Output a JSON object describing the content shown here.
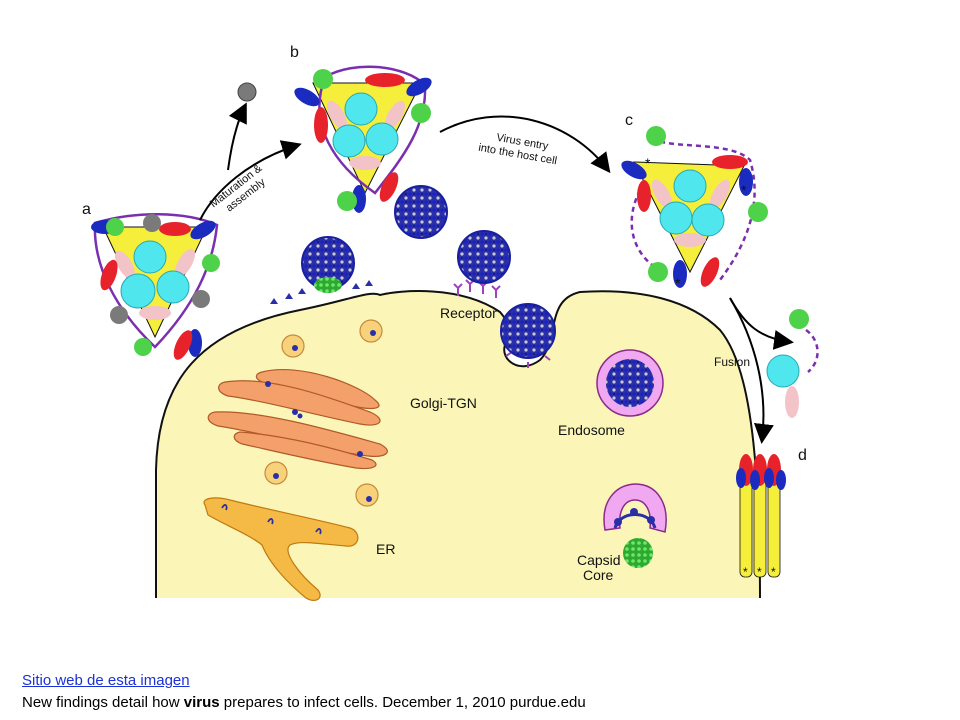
{
  "panels": {
    "a": "a",
    "b": "b",
    "c": "c",
    "d": "d"
  },
  "arrows": {
    "maturation_line1": "Maturation &",
    "maturation_line2": "assembly",
    "entry_line1": "Virus entry",
    "entry_line2": "into the host cell",
    "fusion": "Fusion"
  },
  "cell_labels": {
    "receptor": "Receptor",
    "golgi": "Golgi-TGN",
    "endosome": "Endosome",
    "er": "ER",
    "capsid_line1": "Capsid",
    "capsid_line2": "Core"
  },
  "star_marker": "*",
  "footer": {
    "link_text": "Sitio web de esta imagen",
    "caption_before": "New findings detail how ",
    "caption_bold": "virus",
    "caption_after": " prepares to infect cells.  December 1, 2010   purdue.edu"
  },
  "colors": {
    "cell_fill": "#fbf6b8",
    "spike_yellow": "#f5ee3a",
    "spike_red": "#e8222a",
    "spike_blue": "#1b2bbf",
    "spike_green": "#4ed24a",
    "core_cyan": "#4fe6ee",
    "core_pink": "#f2c4c8",
    "membrane_purple": "#7a2fb0",
    "golgi_orange": "#f4a06a",
    "er_orange": "#f5b946",
    "endosome_pink": "#f0a8f0",
    "link_blue": "#1a32d6"
  }
}
